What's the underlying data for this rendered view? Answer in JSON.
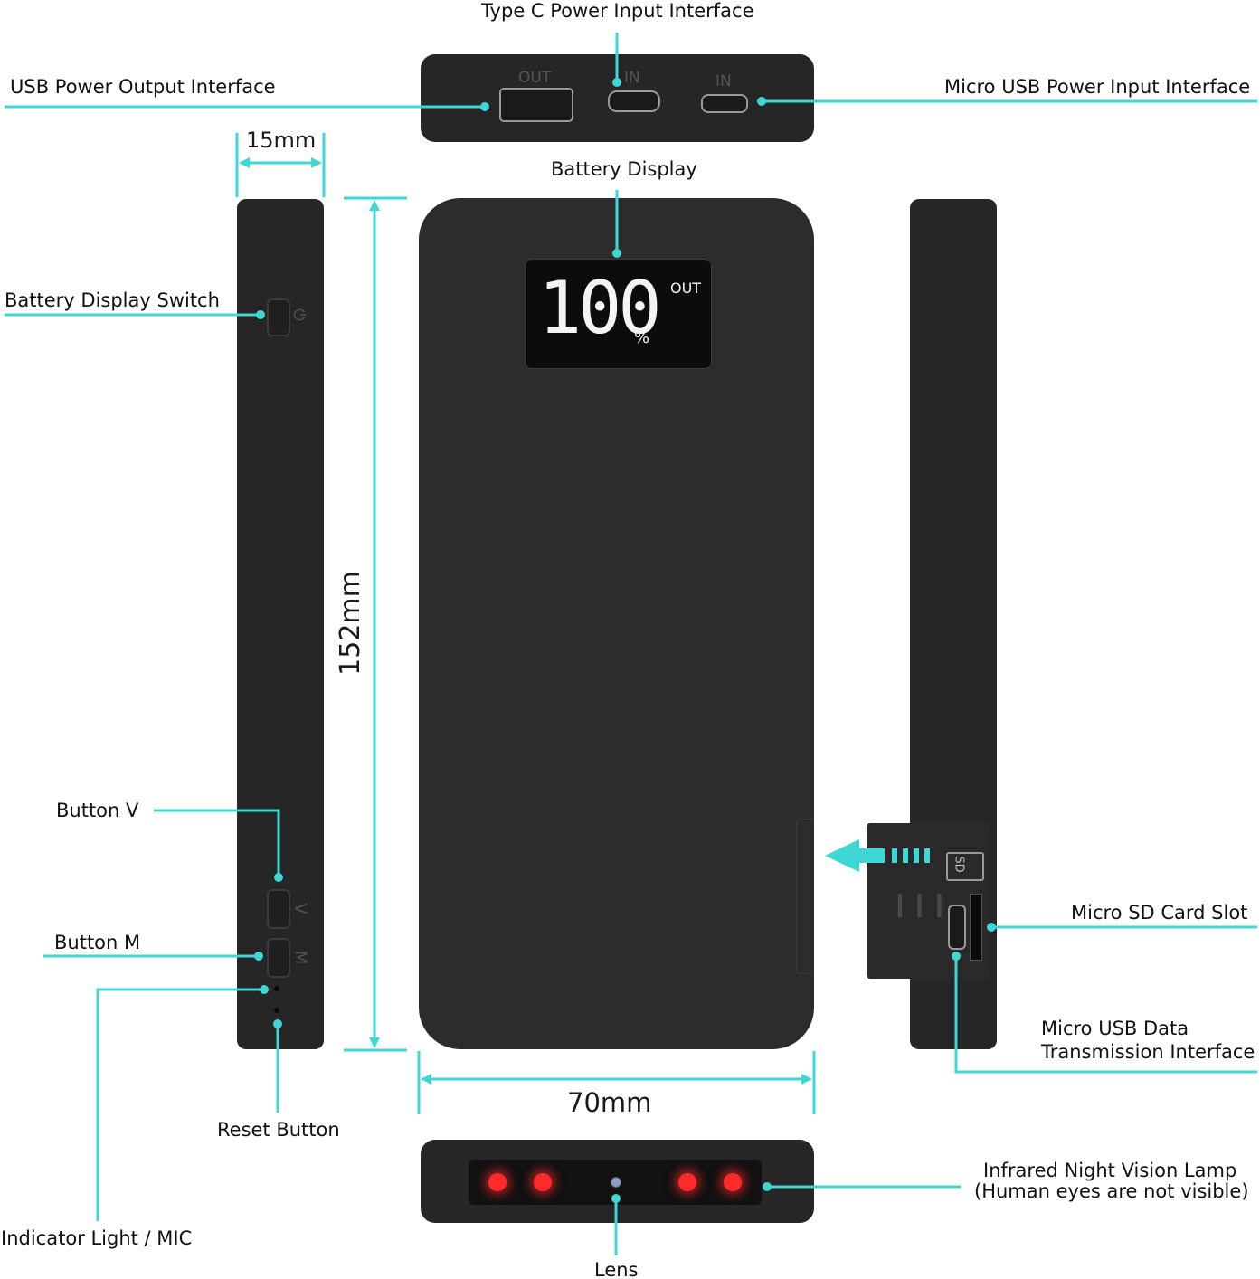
{
  "labels": {
    "type_c": "Type C Power Input Interface",
    "usb_out": "USB Power Output Interface",
    "micro_usb_in": "Micro USB Power Input Interface",
    "battery_display": "Battery Display",
    "battery_switch": "Battery Display Switch",
    "button_v": "Button V",
    "button_m": "Button M",
    "reset": "Reset Button",
    "indicator": "Indicator Light / MIC",
    "sd_slot": "Micro SD Card Slot",
    "micro_usb_data_1": "Micro USB Data",
    "micro_usb_data_2": "Transmission Interface",
    "ir_lamp_1": "Infrared Night Vision Lamp",
    "ir_lamp_2": "(Human eyes are not visible)",
    "lens": "Lens"
  },
  "dimensions": {
    "thickness": "15mm",
    "height": "152mm",
    "width": "70mm"
  },
  "display": {
    "value": "100",
    "unit": "%",
    "mode": "OUT"
  },
  "markings": {
    "out": "OUT",
    "in_c": "IN",
    "in_micro": "IN",
    "v": "V",
    "m": "M",
    "sd": "SD"
  },
  "colors": {
    "callout": "#3fd6d6",
    "device": "#2c2c2c",
    "ir_led": "#ff2a2a"
  }
}
